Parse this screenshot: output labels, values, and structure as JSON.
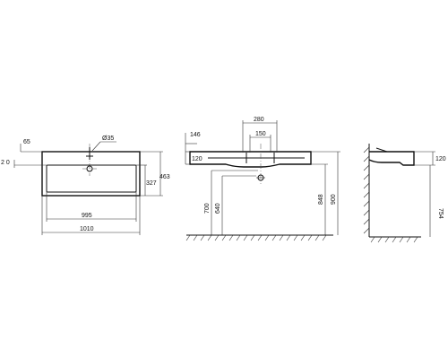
{
  "front_view": {
    "dims": {
      "overflow_offset": "65",
      "depth_offset": "2 0",
      "tap_hole": "Ø35",
      "inner_height": "327",
      "outer_height": "463",
      "inner_width": "995",
      "outer_width": "1010"
    }
  },
  "section_view": {
    "dims": {
      "top_width": "280",
      "hole_spacing": "150",
      "side_depth": "146",
      "rim_height": "120",
      "trap_height": "700",
      "waste_height": "640",
      "rim_to_floor": "848",
      "total_height": "900"
    }
  },
  "side_view": {
    "dims": {
      "rim_height": "120",
      "floor_height": "754"
    }
  }
}
